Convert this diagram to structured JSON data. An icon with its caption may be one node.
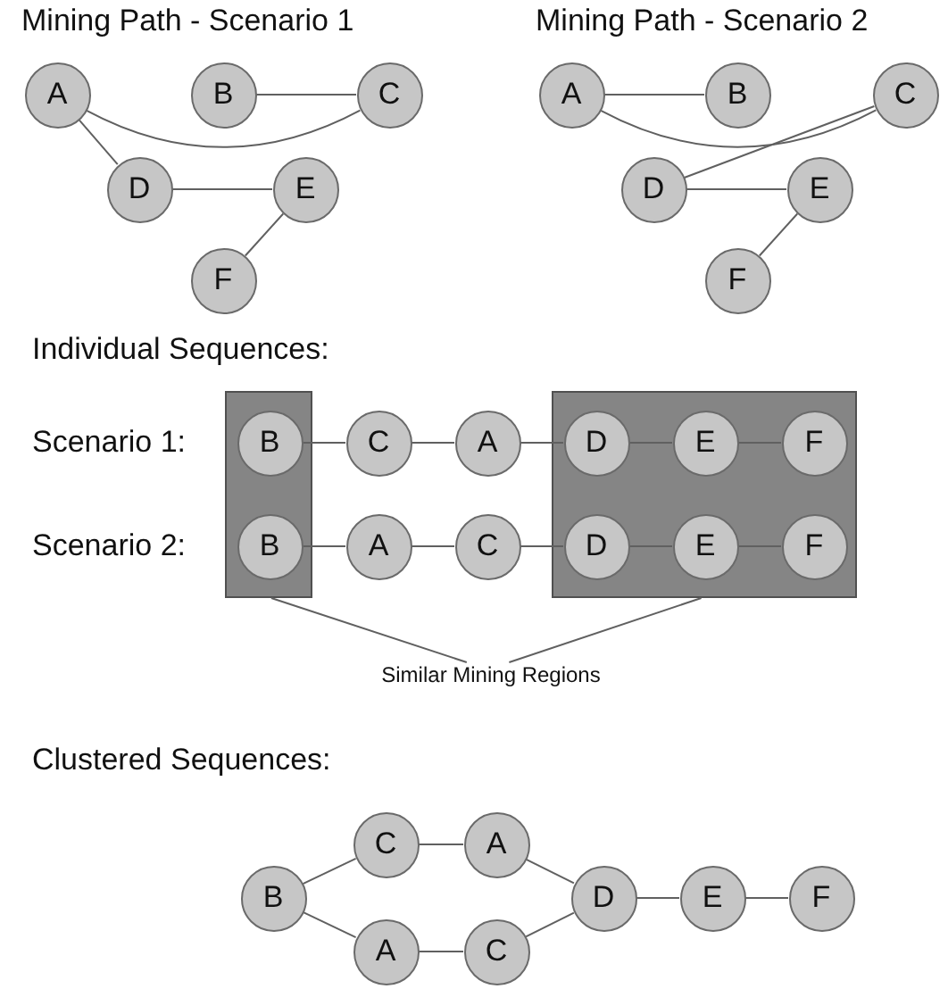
{
  "diagram": {
    "nodes": [
      {
        "text": [
          "A"
        ]
      },
      {
        "text": [
          "B"
        ]
      },
      {
        "text": [
          "C"
        ]
      },
      {
        "text": [
          "D"
        ]
      },
      {
        "text": [
          "E"
        ]
      },
      {
        "text": [
          "F"
        ]
      },
      {
        "text": [
          "A"
        ]
      },
      {
        "text": [
          "B"
        ]
      },
      {
        "text": [
          "C"
        ]
      },
      {
        "text": [
          "D"
        ]
      },
      {
        "text": [
          "E"
        ]
      },
      {
        "text": [
          "F"
        ]
      },
      {
        "text": [],
        "shape": "box"
      },
      {
        "text": [],
        "shape": "box"
      },
      {
        "text": [
          "B"
        ],
        "in": 12
      },
      {
        "text": [
          "C"
        ]
      },
      {
        "text": [
          "A"
        ]
      },
      {
        "text": [
          "D"
        ],
        "in": 13
      },
      {
        "text": [
          "E"
        ],
        "in": 13
      },
      {
        "text": [
          "F"
        ],
        "in": 13
      },
      {
        "text": [
          "B"
        ],
        "in": 12
      },
      {
        "text": [
          "A"
        ]
      },
      {
        "text": [
          "C"
        ]
      },
      {
        "text": [
          "D"
        ],
        "in": 13
      },
      {
        "text": [
          "E"
        ],
        "in": 13
      },
      {
        "text": [
          "F"
        ],
        "in": 13
      },
      {
        "text": [
          "Similar Mining Regions"
        ]
      },
      {
        "text": [
          "B"
        ]
      },
      {
        "text": [
          "C"
        ]
      },
      {
        "text": [
          "A"
        ]
      },
      {
        "text": [
          "A"
        ]
      },
      {
        "text": [
          "C"
        ]
      },
      {
        "text": [
          "D"
        ]
      },
      {
        "text": [
          "E"
        ]
      },
      {
        "text": [
          "F"
        ]
      }
    ],
    "edges": [
      {
        "from": 1,
        "to": 2,
        "arrow": "none"
      },
      {
        "from": 0,
        "to": 2,
        "arrow": "none"
      },
      {
        "from": 0,
        "to": 3,
        "arrow": "none"
      },
      {
        "from": 3,
        "to": 4,
        "arrow": "none"
      },
      {
        "from": 4,
        "to": 5,
        "arrow": "none"
      },
      {
        "from": 6,
        "to": 7,
        "arrow": "none"
      },
      {
        "from": 6,
        "to": 8,
        "arrow": "none"
      },
      {
        "from": 8,
        "to": 9,
        "arrow": "none"
      },
      {
        "from": 9,
        "to": 10,
        "arrow": "none"
      },
      {
        "from": 10,
        "to": 11,
        "arrow": "none"
      },
      {
        "from": 14,
        "to": 15,
        "arrow": "none"
      },
      {
        "from": 15,
        "to": 16,
        "arrow": "none"
      },
      {
        "from": 16,
        "to": 17,
        "arrow": "none"
      },
      {
        "from": 17,
        "to": 18,
        "arrow": "none"
      },
      {
        "from": 18,
        "to": 19,
        "arrow": "none"
      },
      {
        "from": 20,
        "to": 21,
        "arrow": "none"
      },
      {
        "from": 21,
        "to": 22,
        "arrow": "none"
      },
      {
        "from": 22,
        "to": 23,
        "arrow": "none"
      },
      {
        "from": 23,
        "to": 24,
        "arrow": "none"
      },
      {
        "from": 24,
        "to": 25,
        "arrow": "none"
      },
      {
        "from": 26,
        "to": 12,
        "arrow": "none"
      },
      {
        "from": 26,
        "to": 13,
        "arrow": "none"
      },
      {
        "from": 27,
        "to": 28,
        "arrow": "none"
      },
      {
        "from": 28,
        "to": 29,
        "arrow": "none"
      },
      {
        "from": 27,
        "to": 30,
        "arrow": "none"
      },
      {
        "from": 30,
        "to": 31,
        "arrow": "none"
      },
      {
        "from": 29,
        "to": 32,
        "arrow": "none"
      },
      {
        "from": 31,
        "to": 32,
        "arrow": "none"
      },
      {
        "from": 32,
        "to": 33,
        "arrow": "none"
      },
      {
        "from": 33,
        "to": 34,
        "arrow": "none"
      }
    ],
    "labels": [
      "Mining Path - Scenario 1",
      "Mining Path - Scenario 2",
      "Individual Sequences:",
      "Scenario 1:",
      "Scenario 2:",
      "Clustered Sequences:"
    ]
  }
}
